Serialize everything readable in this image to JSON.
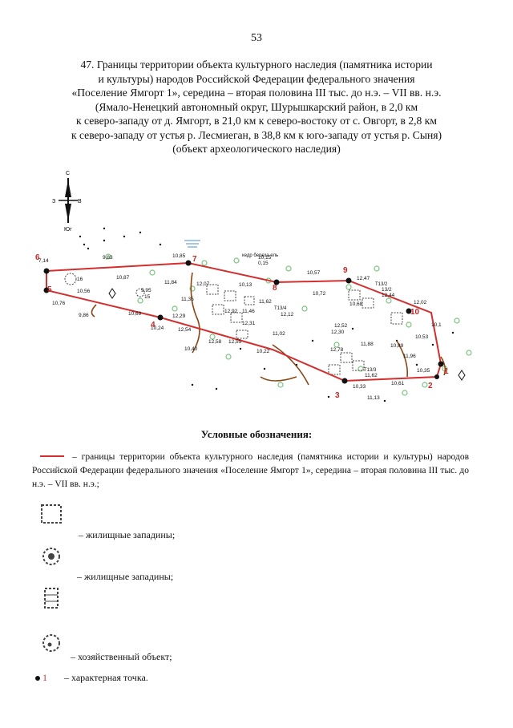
{
  "page_number": "53",
  "title_lines": [
    "47. Границы территории объекта культурного наследия (памятника истории",
    "и культуры) народов Российской Федерации федерального значения",
    "«Поселение Ямгорт 1», середина – вторая половина III тыс. до н.э. – VII вв. н.э.",
    "(Ямало-Ненецкий автономный округ, Шурышкарский район, в 2,0 км",
    "к северо-западу от д. Ямгорт, в 21,0 км к северо-востоку от с. Овгорт, в 2,8 км",
    "к северо-западу от устья р. Лесмиеган, в 38,8 км к юго-западу от устья р. Сыня)",
    "(объект археологического наследия)"
  ],
  "compass": {
    "north": "С",
    "west": "З",
    "east": "В",
    "south": "Юг"
  },
  "map": {
    "boundary_color": "#d32f2f",
    "boundary_points": [
      {
        "label": "1"
      },
      {
        "label": "2"
      },
      {
        "label": "3"
      },
      {
        "label": "4"
      },
      {
        "label": "5"
      },
      {
        "label": "6"
      },
      {
        "label": "7"
      },
      {
        "label": "8"
      },
      {
        "label": "9"
      },
      {
        "label": "10"
      }
    ],
    "elevations": [
      "7,14",
      "9,83",
      "10,85",
      "10,15",
      "10,57",
      "12,47",
      "13/2",
      "12,44",
      "12,02",
      "10,56",
      "10,87",
      "9,95",
      "11,84",
      "12,07",
      "10,13",
      "9,86",
      "10,69",
      "11,35",
      "12,92",
      "11,46",
      "11,62",
      "12,12",
      "10,72",
      "10,68",
      "12,30",
      "10,76",
      "10,24",
      "12,29",
      "12,54",
      "12,58",
      "12,31",
      "11,02",
      "12,52",
      "10,89",
      "10,53",
      "10,40",
      "12,55",
      "10,22",
      "12,78",
      "11,88",
      "11,96",
      "11,62",
      "10,33",
      "10,61",
      "10,35",
      "11,13",
      "0,15",
      "10,1",
      "16",
      "15"
    ],
    "labels": {
      "kedr_bereza": "кедр береза ель",
      "t13_4": "T13/4",
      "t13_3": "T13/3",
      "t13_2": "T13/2"
    }
  },
  "legend": {
    "heading": "Условные обозначения:",
    "boundary_text": "– границы территории объекта культурного наследия (памятника истории и культуры) народов Российской Федерации федерального значения «Поселение Ямгорт 1», середина – вторая половина III тыс. до н.э. – VII вв. н.э.;",
    "items": [
      {
        "icon": "dwelling-depression-square-icon",
        "label": "– жилищные западины;"
      },
      {
        "icon": "dwelling-depression-round-icon",
        "label": "– жилищные западины;"
      },
      {
        "icon": "dwelling-depression-rect-icon",
        "label": ""
      },
      {
        "icon": "household-object-icon",
        "label": "– хозяйственный объект;"
      }
    ],
    "point": {
      "number": "1",
      "label": "– характерная точка."
    }
  }
}
